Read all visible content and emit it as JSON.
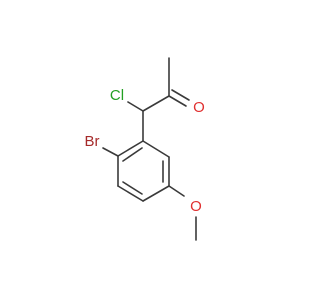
{
  "molecule": {
    "atoms": {
      "br": {
        "label": "Br",
        "color": "#a52a2a"
      },
      "cl": {
        "label": "Cl",
        "color": "#22a022"
      },
      "o_ketone": {
        "label": "O",
        "color": "#e03030"
      },
      "o_ether": {
        "label": "O",
        "color": "#e03030"
      }
    },
    "bond_color": "#3a3a3a"
  }
}
